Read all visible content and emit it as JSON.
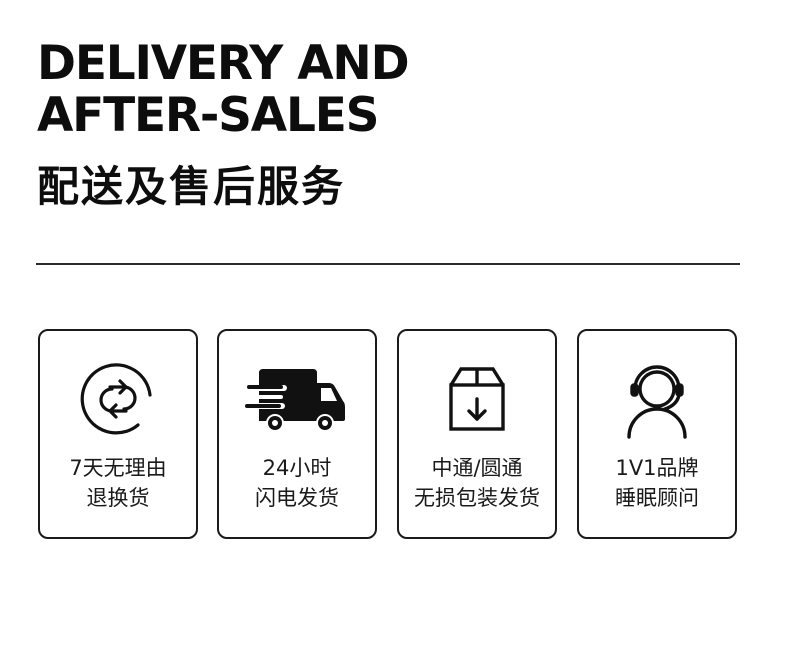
{
  "header": {
    "title_en_line1": "DELIVERY AND",
    "title_en_line2": "AFTER-SALES",
    "title_cn": "配送及售后服务"
  },
  "colors": {
    "text": "#0d0d0d",
    "border": "#1a1a1a",
    "background": "#ffffff"
  },
  "cards": [
    {
      "icon": "return-exchange-icon",
      "line1": "7天无理由",
      "line2": "退换货"
    },
    {
      "icon": "delivery-truck-icon",
      "line1": "24小时",
      "line2": "闪电发货"
    },
    {
      "icon": "package-box-icon",
      "line1": "中通/圆通",
      "line2": "无损包装发货"
    },
    {
      "icon": "customer-service-headset-icon",
      "line1": "1V1品牌",
      "line2": "睡眠顾问"
    }
  ]
}
